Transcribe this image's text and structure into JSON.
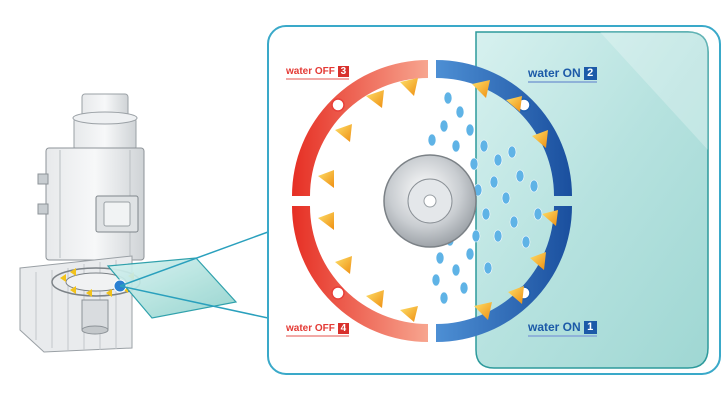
{
  "labels": {
    "q3": {
      "text": "water OFF",
      "num": "3"
    },
    "q2": {
      "text": "water ON",
      "num": "2"
    },
    "q4": {
      "text": "water OFF",
      "num": "4"
    },
    "q1": {
      "text": "water ON",
      "num": "1"
    }
  },
  "colors": {
    "panel_border": "#3aa9c9",
    "water_panel": "#bfe6e4",
    "water_panel_edge": "#2d9a9c",
    "ring_red": "#e83a2c",
    "ring_orange": "#f6a48a",
    "ring_blue": "#1d63b7",
    "droplet": "#5fb3e6",
    "triangle": "#f6b21a"
  }
}
